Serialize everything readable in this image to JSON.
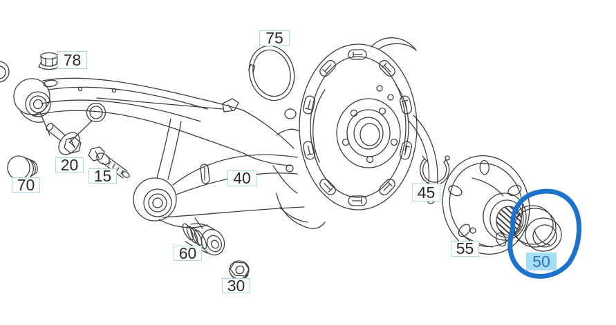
{
  "diagram": {
    "type": "exploded-parts-diagram",
    "subject": "rear-axle-trailing-arm-and-wheel-hub-assembly",
    "background_color": "#ffffff",
    "line_color": "#3c3c3c",
    "callout_style": {
      "border_color": "#a9d7e9",
      "background": "#ffffff",
      "text_color": "#2a2a2a"
    },
    "selection": {
      "selected_part_number": "50",
      "circle_color": "#1d72cb",
      "label_background": "#a5def6",
      "label_text_color": "#2a72b4"
    },
    "callouts": [
      {
        "number": "78",
        "part": "cap"
      },
      {
        "number": "75",
        "part": "lock-ring"
      },
      {
        "number": "20",
        "part": "bolt-with-washer"
      },
      {
        "number": "15",
        "part": "long-bolt"
      },
      {
        "number": "70",
        "part": "plug"
      },
      {
        "number": "40",
        "part": "axle-carrier-trailing-arm"
      },
      {
        "number": "45",
        "part": "snap-ring"
      },
      {
        "number": "55",
        "part": "wheel-hub"
      },
      {
        "number": "50",
        "part": "wheel-bearing",
        "selected": true
      },
      {
        "number": "60",
        "part": "bushing"
      },
      {
        "number": "30",
        "part": "collar-nut"
      }
    ]
  }
}
